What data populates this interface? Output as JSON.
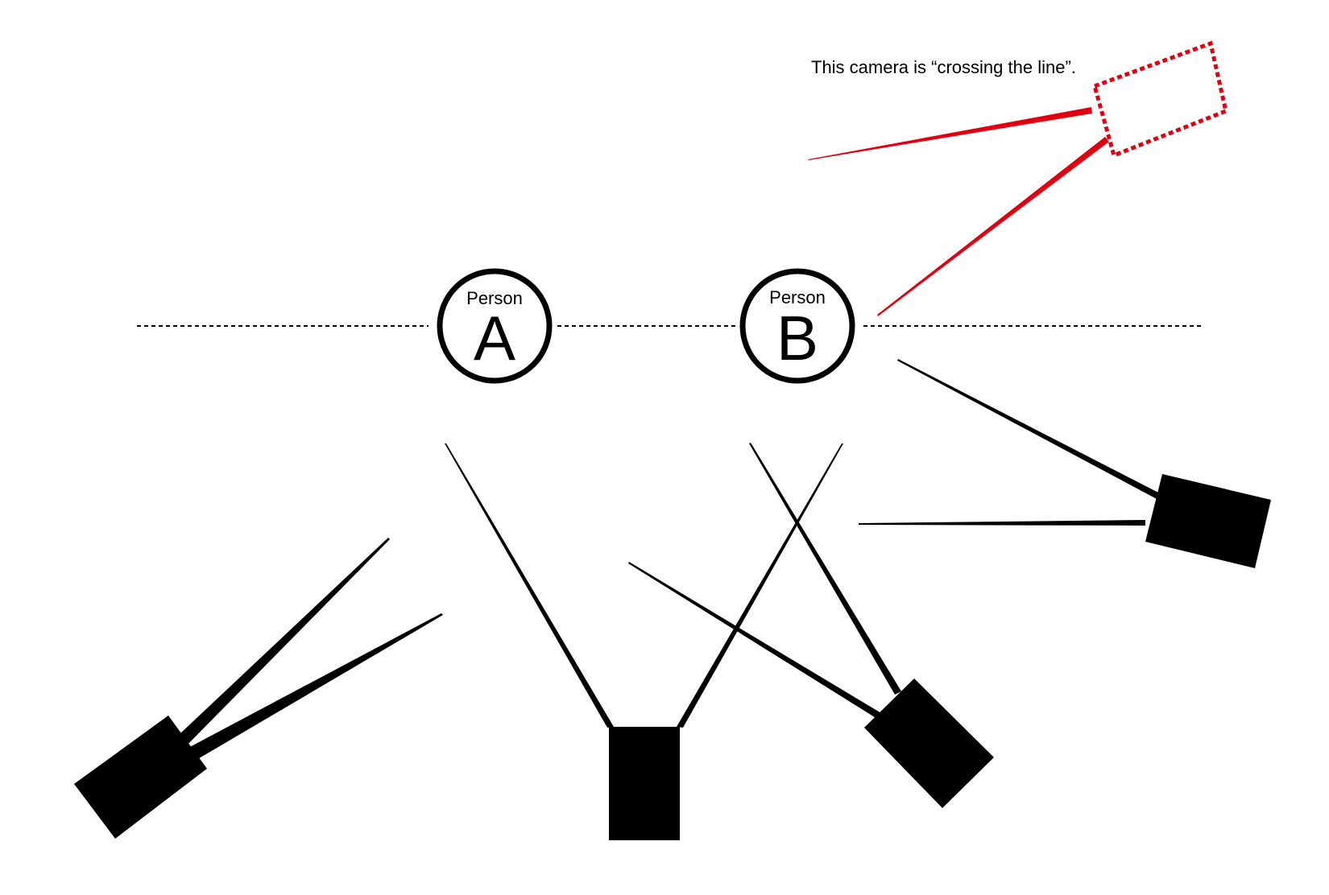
{
  "annotation": {
    "text": "This camera is “crossing the line”."
  },
  "persons": [
    {
      "caption": "Person",
      "letter": "A"
    },
    {
      "caption": "Person",
      "letter": "B"
    }
  ],
  "colors": {
    "ink": "#000000",
    "highlight": "#e0000f",
    "background": "#ffffff"
  }
}
